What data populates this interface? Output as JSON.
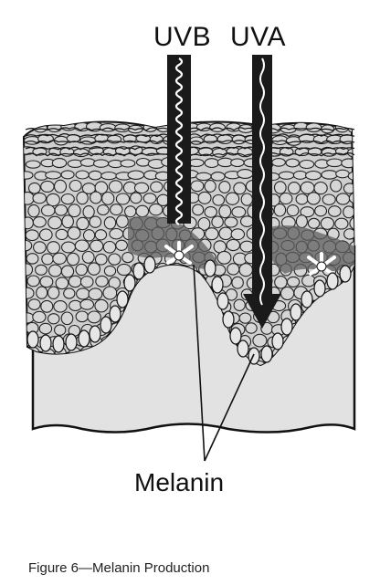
{
  "labels": {
    "uvb": "UVB",
    "uva": "UVA",
    "melanin": "Melanin"
  },
  "caption": "Figure 6—Melanin Production",
  "colors": {
    "dermis": "#e2e2e2",
    "cell_fill": "#d6d6d6",
    "cell_stroke": "#222222",
    "melanin_zone": "#6a6a6a",
    "arrow": "#1a1a1a",
    "wave": "#ffffff"
  }
}
